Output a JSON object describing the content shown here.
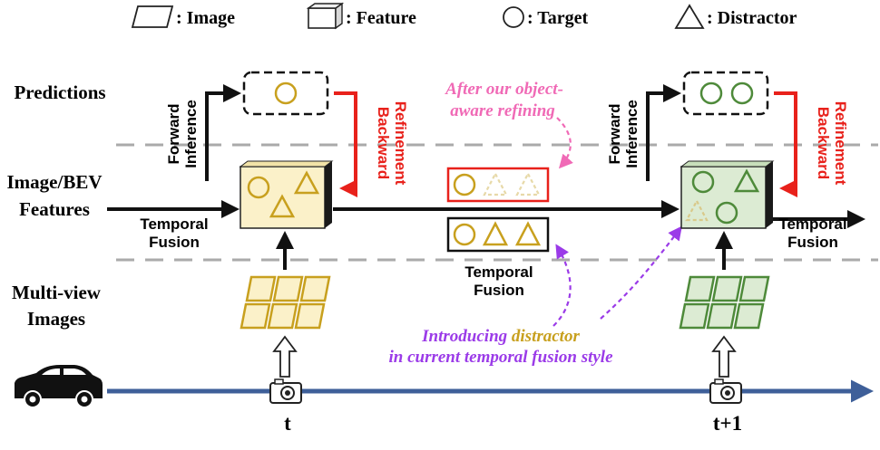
{
  "legend": {
    "image": ": Image",
    "feature": ": Feature",
    "target": ": Target",
    "distractor": ": Distractor"
  },
  "rows": {
    "predictions": "Predictions",
    "features_line1": "Image/BEV",
    "features_line2": "Features",
    "images_line1": "Multi-view",
    "images_line2": "Images"
  },
  "labels": {
    "forward_line1": "Forward",
    "forward_line2": "Inference",
    "backward_line1": "Backward",
    "backward_line2": "Refinement",
    "temporal_line1": "Temporal",
    "temporal_line2": "Fusion"
  },
  "annotations": {
    "refine_line1": "After our object-",
    "refine_line2": "aware refining",
    "distractor_line1_a": "Introducing ",
    "distractor_line1_b": "distractor",
    "distractor_line2": "in current temporal fusion style"
  },
  "timeline": {
    "t": "t",
    "t_next": "t+1"
  },
  "icons": {
    "car": "car-icon",
    "camera": "camera-icon"
  },
  "colors": {
    "gold": "#C8A01E",
    "green": "#4E8A3A",
    "feature_gold_fill": "#FBF1C9",
    "feature_green_fill": "#DCEBD3",
    "red": "#E8211B",
    "pink": "#F06AB6",
    "purple": "#9B3BE8",
    "timeline_blue": "#3E5F99"
  }
}
